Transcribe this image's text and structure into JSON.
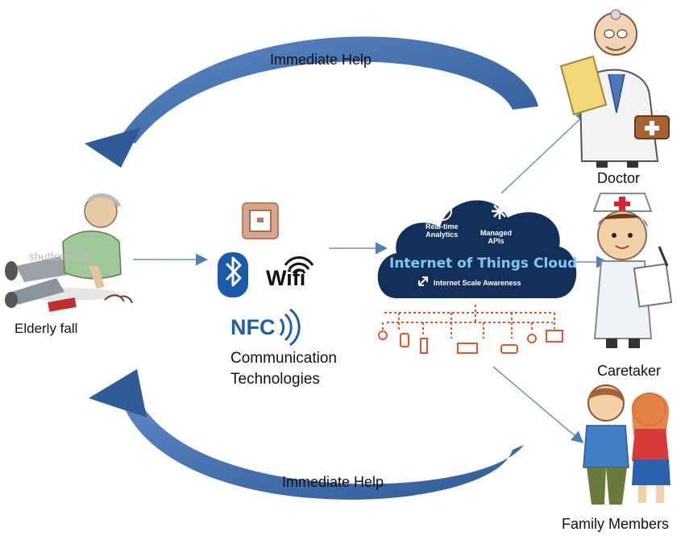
{
  "help_top": "Immediate Help",
  "help_bottom": "Immediate Help",
  "elderly": "Elderly fall",
  "watermark": "shutterstock",
  "comm": {
    "line1": "Communication",
    "line2": "Technologies",
    "wifi": "Wifi",
    "nfc": "NFC"
  },
  "cloud": {
    "analytics": [
      "Real-time",
      "Analytics"
    ],
    "apis": [
      "Managed",
      "APIs"
    ],
    "title": "Internet of Things Cloud",
    "awareness": "Internet Scale Awareness"
  },
  "recipients": {
    "doctor": "Doctor",
    "caretaker": "Caretaker",
    "family": "Family Members"
  },
  "colors": {
    "arrow_blue": "#3f6fb0",
    "cloud_navy": "#13305a",
    "iot_orange": "#e8532a",
    "bluetooth": "#1a5aa8",
    "nfc_blue": "#1b60a8"
  }
}
